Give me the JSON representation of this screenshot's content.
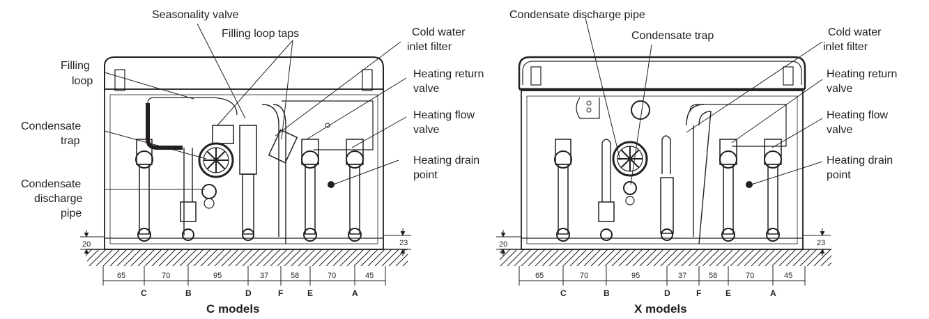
{
  "left": {
    "title": "C models",
    "labels": {
      "seasonality_valve": "Seasonality valve",
      "filling_loop_taps": "Filling loop taps",
      "cold_water_inlet_filter_1": "Cold water",
      "cold_water_inlet_filter_2": "inlet filter",
      "filling_loop_1": "Filling",
      "filling_loop_2": "loop",
      "heating_return_valve_1": "Heating return",
      "heating_return_valve_2": "valve",
      "condensate_trap_1": "Condensate",
      "condensate_trap_2": "trap",
      "heating_flow_valve_1": "Heating flow",
      "heating_flow_valve_2": "valve",
      "heating_drain_point_1": "Heating drain",
      "heating_drain_point_2": "point",
      "condensate_discharge_pipe_1": "Condensate",
      "condensate_discharge_pipe_2": "discharge",
      "condensate_discharge_pipe_3": "pipe"
    },
    "dims": {
      "left_height": "20",
      "right_height": "23",
      "d1": "65",
      "d2": "70",
      "d3": "95",
      "d4": "37",
      "d5": "58",
      "d6": "70",
      "d7": "45"
    },
    "letters": {
      "c": "C",
      "b": "B",
      "d": "D",
      "f": "F",
      "e": "E",
      "a": "A"
    }
  },
  "right": {
    "title": "X models",
    "labels": {
      "condensate_discharge_pipe": "Condensate discharge pipe",
      "condensate_trap": "Condensate trap",
      "cold_water_inlet_filter_1": "Cold water",
      "cold_water_inlet_filter_2": "inlet filter",
      "heating_return_valve_1": "Heating return",
      "heating_return_valve_2": "valve",
      "heating_flow_valve_1": "Heating flow",
      "heating_flow_valve_2": "valve",
      "heating_drain_point_1": "Heating drain",
      "heating_drain_point_2": "point"
    },
    "dims": {
      "left_height": "20",
      "right_height": "23",
      "d1": "65",
      "d2": "70",
      "d3": "95",
      "d4": "37",
      "d5": "58",
      "d6": "70",
      "d7": "45"
    },
    "letters": {
      "c": "C",
      "b": "B",
      "d": "D",
      "f": "F",
      "e": "E",
      "a": "A"
    }
  }
}
